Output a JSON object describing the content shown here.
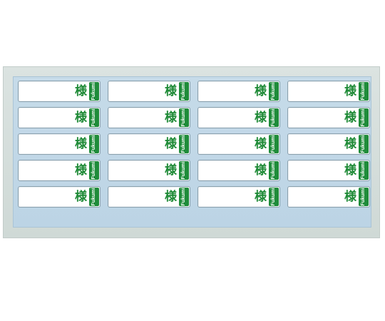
{
  "labels": {
    "name_suffix": "様",
    "brand": "Fukumi",
    "rows": 5,
    "columns": 4
  },
  "colors": {
    "accent_green": "#1f8c3a",
    "sheet_gray": "#d4ddda",
    "backing_blue": "#c2d8e7",
    "label_white": "#ffffff"
  }
}
